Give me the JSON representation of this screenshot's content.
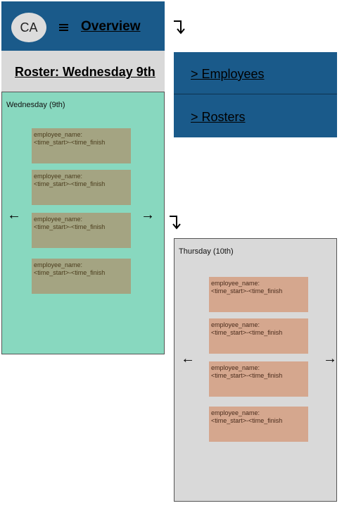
{
  "header": {
    "avatar_initials": "CA",
    "overview_label": "Overview"
  },
  "roster": {
    "title": "Roster: Wednesday 9th"
  },
  "menu": {
    "items": [
      {
        "label": "> Employees"
      },
      {
        "label": "> Rosters"
      }
    ]
  },
  "days": [
    {
      "label": "Wednesday (9th)",
      "shifts": [
        {
          "name": "employee_name:",
          "time": "<time_start>-<time_finish"
        },
        {
          "name": "employee_name:",
          "time": "<time_start>-<time_finish"
        },
        {
          "name": "employee_name:",
          "time": "<time_start>-<time_finish"
        },
        {
          "name": "employee_name:",
          "time": "<time_start>-<time_finish"
        }
      ]
    },
    {
      "label": "Thursday (10th)",
      "shifts": [
        {
          "name": "employee_name:",
          "time": "<time_start>-<time_finish"
        },
        {
          "name": "employee_name:",
          "time": "<time_start>-<time_finish"
        },
        {
          "name": "employee_name:",
          "time": "<time_start>-<time_finish"
        },
        {
          "name": "employee_name:",
          "time": "<time_start>-<time_finish"
        }
      ]
    }
  ],
  "icons": {
    "prev_arrow": "←",
    "next_arrow": "→",
    "menu": "hamburger-icon",
    "connector": "turn-down-arrow-icon"
  },
  "colors": {
    "header_blue": "#1a5a8a",
    "wednesday_panel": "#88d8bf",
    "wednesday_card": "#a4a482",
    "thursday_panel": "#d9d9d9",
    "thursday_card": "#d5a78e"
  }
}
